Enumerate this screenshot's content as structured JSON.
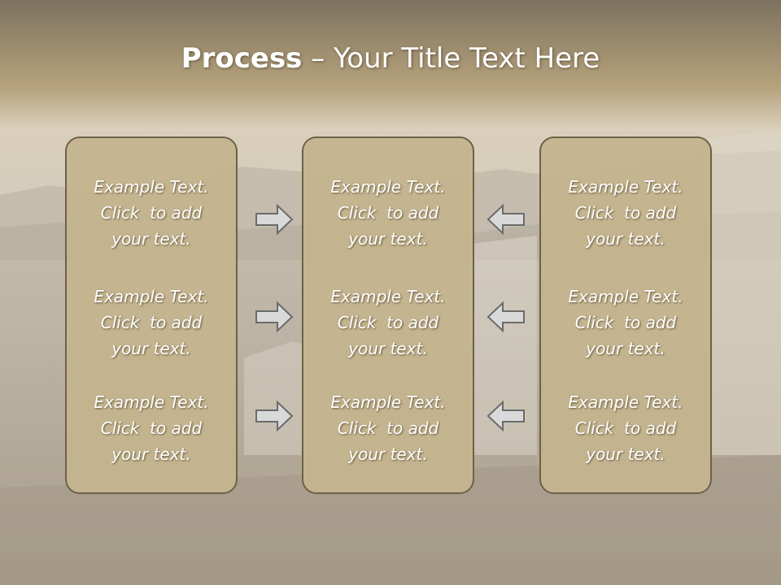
{
  "title": {
    "bold": "Process",
    "rest": " – Your Title Text Here"
  },
  "panels": [
    {
      "items": [
        {
          "l1": "Example Text.",
          "l2": "Click  to add",
          "l3": "your text."
        },
        {
          "l1": "Example Text.",
          "l2": "Click  to add",
          "l3": "your text."
        },
        {
          "l1": "Example Text.",
          "l2": "Click  to add",
          "l3": "your text."
        }
      ]
    },
    {
      "items": [
        {
          "l1": "Example Text.",
          "l2": "Click  to add",
          "l3": "your text."
        },
        {
          "l1": "Example Text.",
          "l2": "Click  to add",
          "l3": "your text."
        },
        {
          "l1": "Example Text.",
          "l2": "Click  to add",
          "l3": "your text."
        }
      ]
    },
    {
      "items": [
        {
          "l1": "Example Text.",
          "l2": "Click  to add",
          "l3": "your text."
        },
        {
          "l1": "Example Text.",
          "l2": "Click  to add",
          "l3": "your text."
        },
        {
          "l1": "Example Text.",
          "l2": "Click  to add",
          "l3": "your text."
        }
      ]
    }
  ],
  "arrows": {
    "left_column": "right-arrow-icon",
    "right_column": "left-arrow-icon"
  },
  "colors": {
    "panel_fill": "#c4b48f",
    "panel_border": "#6d6149",
    "text": "#ffffff",
    "header": "#9c8c6e"
  }
}
